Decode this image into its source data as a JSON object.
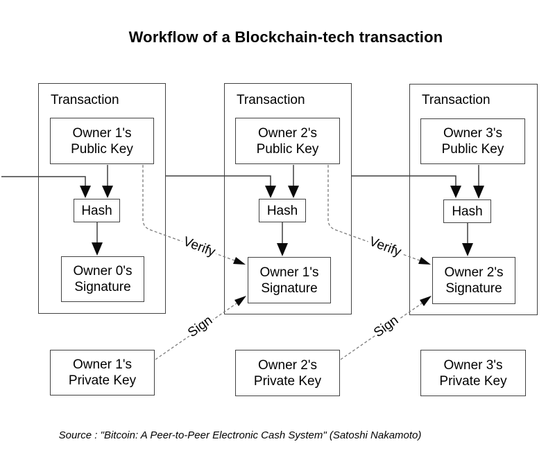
{
  "title": "Workflow of a Blockchain-tech transaction",
  "source": "Source : \"Bitcoin: A Peer-to-Peer Electronic Cash System\" (Satoshi Nakamoto)",
  "transactions": [
    {
      "label": "Transaction",
      "public_key": {
        "line1": "Owner 1's",
        "line2": "Public Key"
      },
      "hash": "Hash",
      "signature": {
        "line1": "Owner 0's",
        "line2": "Signature"
      }
    },
    {
      "label": "Transaction",
      "public_key": {
        "line1": "Owner 2's",
        "line2": "Public Key"
      },
      "hash": "Hash",
      "signature": {
        "line1": "Owner 1's",
        "line2": "Signature"
      }
    },
    {
      "label": "Transaction",
      "public_key": {
        "line1": "Owner 3's",
        "line2": "Public Key"
      },
      "hash": "Hash",
      "signature": {
        "line1": "Owner 2's",
        "line2": "Signature"
      }
    }
  ],
  "private_keys": [
    {
      "line1": "Owner 1's",
      "line2": "Private Key"
    },
    {
      "line1": "Owner 2's",
      "line2": "Private Key"
    },
    {
      "line1": "Owner 3's",
      "line2": "Private Key"
    }
  ],
  "edge_labels": {
    "verify": "Verify",
    "sign": "Sign"
  },
  "colors": {
    "background": "#ffffff",
    "text": "#000000",
    "border": "#414141",
    "line": "#3f3f3f",
    "dash": "#7b7b7b",
    "arrowhead": "#0a0a0a"
  }
}
